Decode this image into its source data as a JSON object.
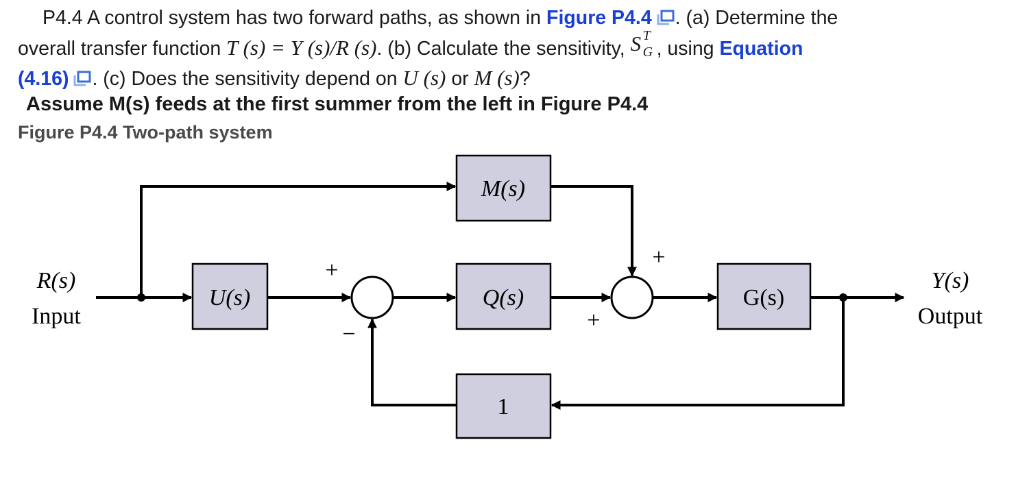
{
  "problem": {
    "intro": "P4.4 A control system has two forward paths, as shown in",
    "figure_link": "Figure P4.4",
    "part_a": ". (a) Determine the",
    "line2_pre": "overall transfer function",
    "tf_math": "T (s) = Y (s)/R (s)",
    "part_b": ". (b) Calculate the sensitivity,",
    "sens_S": "S",
    "sens_sup": "T",
    "sens_sub": "G",
    "line2_post": ", using",
    "equation_link_a": "Equation",
    "equation_link_b": "(4.16)",
    "part_c": ". (c) Does the sensitivity depend on",
    "u_math": "U (s)",
    "or_text": "or",
    "m_math": "M (s)",
    "qmark": "?"
  },
  "assumption": "Assume M(s) feeds at the first summer from the left in Figure P4.4",
  "figure_caption": "Figure P4.4 Two-path system",
  "diagram": {
    "input_symbol": "R(s)",
    "input_label": "Input",
    "output_symbol": "Y(s)",
    "output_label": "Output",
    "blocks": {
      "u": "U(s)",
      "q": "Q(s)",
      "g": "G(s)",
      "m": "M(s)",
      "feedback": "1"
    },
    "signs": {
      "summer1_top": "+",
      "summer1_bottom": "−",
      "summer2_top": "+",
      "summer2_bottom": "+"
    }
  },
  "colors": {
    "link": "#1a3fd6",
    "block_fill": "#cfcfe0",
    "line": "#000000"
  },
  "icons": [
    "external-link-icon"
  ]
}
